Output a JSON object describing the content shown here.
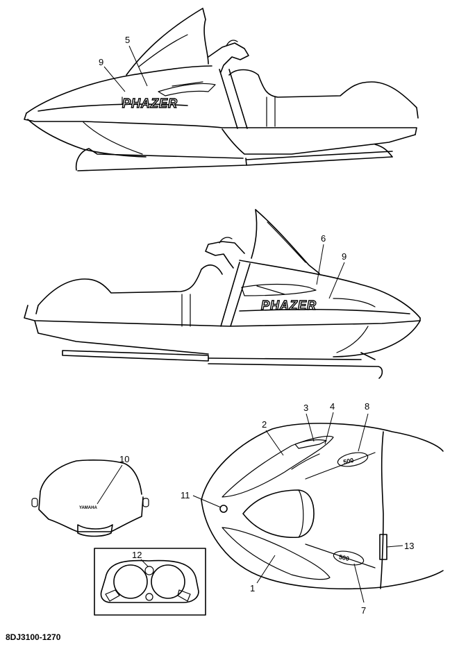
{
  "callouts": {
    "c1": "1",
    "c2": "2",
    "c3": "3",
    "c4": "4",
    "c5": "5",
    "c6": "6",
    "c7": "7",
    "c8": "8",
    "c9a": "9",
    "c9b": "9",
    "c10": "10",
    "c11": "11",
    "c12": "12",
    "c13": "13"
  },
  "decals": {
    "brand_top": "PHAZER",
    "brand_mid": "PHAZER",
    "windshield_logo": "YAMAHA",
    "hood_num_upper": "500",
    "hood_num_lower": "500"
  },
  "diagram_code": "8DJ3100-1270"
}
